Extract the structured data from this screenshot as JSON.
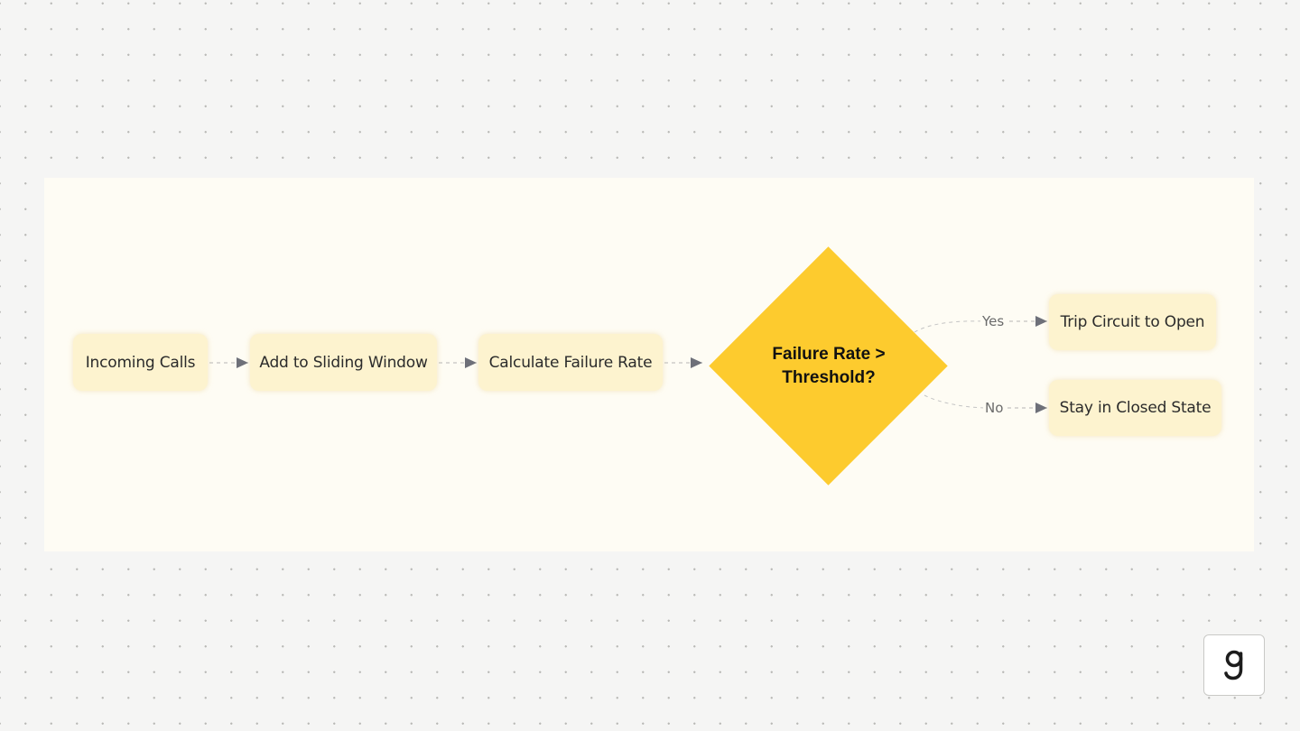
{
  "diagram": {
    "nodes": {
      "incoming_calls": "Incoming Calls",
      "add_to_window": "Add to Sliding Window",
      "calc_failure_rate": "Calculate Failure Rate",
      "decision_line1": "Failure Rate >",
      "decision_line2": "Threshold?",
      "trip_open": "Trip Circuit to Open",
      "stay_closed": "Stay in Closed State"
    },
    "edge_labels": {
      "yes": "Yes",
      "no": "No"
    }
  },
  "logo_letter": "g",
  "colors": {
    "background": "#f5f5f4",
    "panel": "#fefcf4",
    "node_fill": "#fdf3cf",
    "decision_fill": "#fdcb2e",
    "arrow": "#6e7079"
  }
}
